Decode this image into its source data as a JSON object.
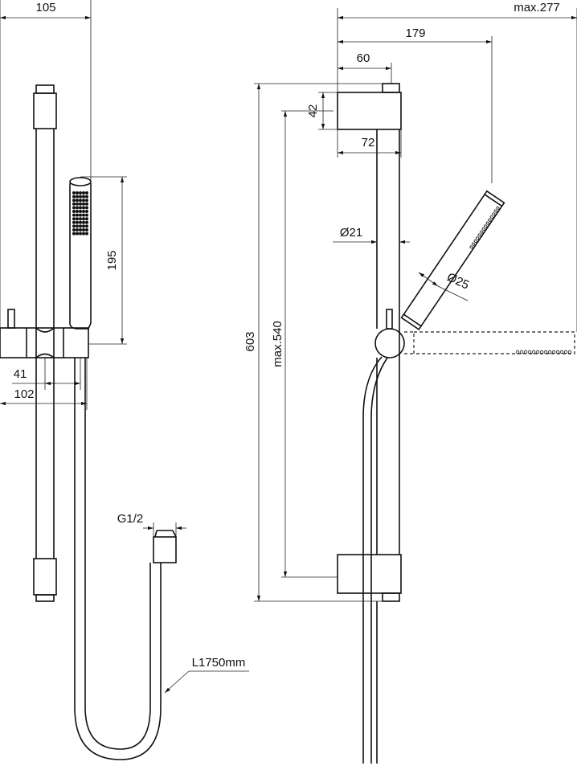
{
  "title": "Shower rail kit technical drawing",
  "colors": {
    "line": "#111111",
    "background": "#ffffff"
  },
  "front_view": {
    "dimensions": {
      "overall_width": "105",
      "handshower_length": "195",
      "slider_offset": "41",
      "slider_width": "102",
      "hose_connection": "G1/2",
      "hose_length": "L1750mm"
    }
  },
  "side_view": {
    "dimensions": {
      "max_projection": "max.277",
      "handshower_projection": "179",
      "bracket_projection": "60",
      "bracket_height": "42",
      "bracket_depth": "72",
      "rail_diameter": "Ø21",
      "handshower_diameter": "Ø25",
      "rail_height": "603",
      "slider_travel": "max.540"
    }
  }
}
